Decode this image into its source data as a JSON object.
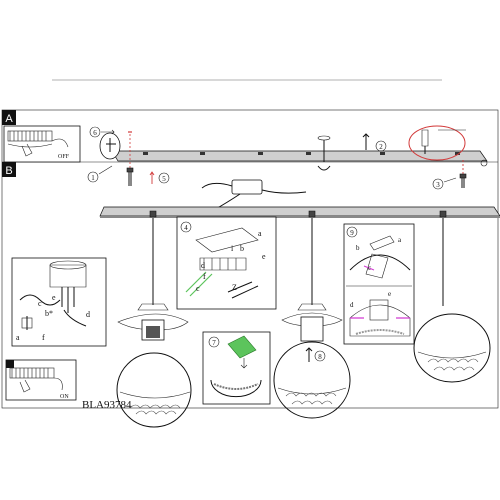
{
  "sections": {
    "a": "A",
    "b": "B"
  },
  "switch_labels": {
    "off": "OFF",
    "on": "ON"
  },
  "steps": [
    "1",
    "2",
    "3",
    "4",
    "5",
    "6",
    "7",
    "8",
    "9"
  ],
  "callouts": {
    "a": "a",
    "b": "b",
    "c": "c",
    "d": "d",
    "e": "e",
    "f": "f",
    "i": "i",
    "z": "Z",
    "b_star": "b*"
  },
  "model_code": "BLA93784",
  "colors": {
    "accent_green": "#5cc45c",
    "accent_red": "#d23a3a",
    "accent_magenta": "#d23ad2"
  }
}
